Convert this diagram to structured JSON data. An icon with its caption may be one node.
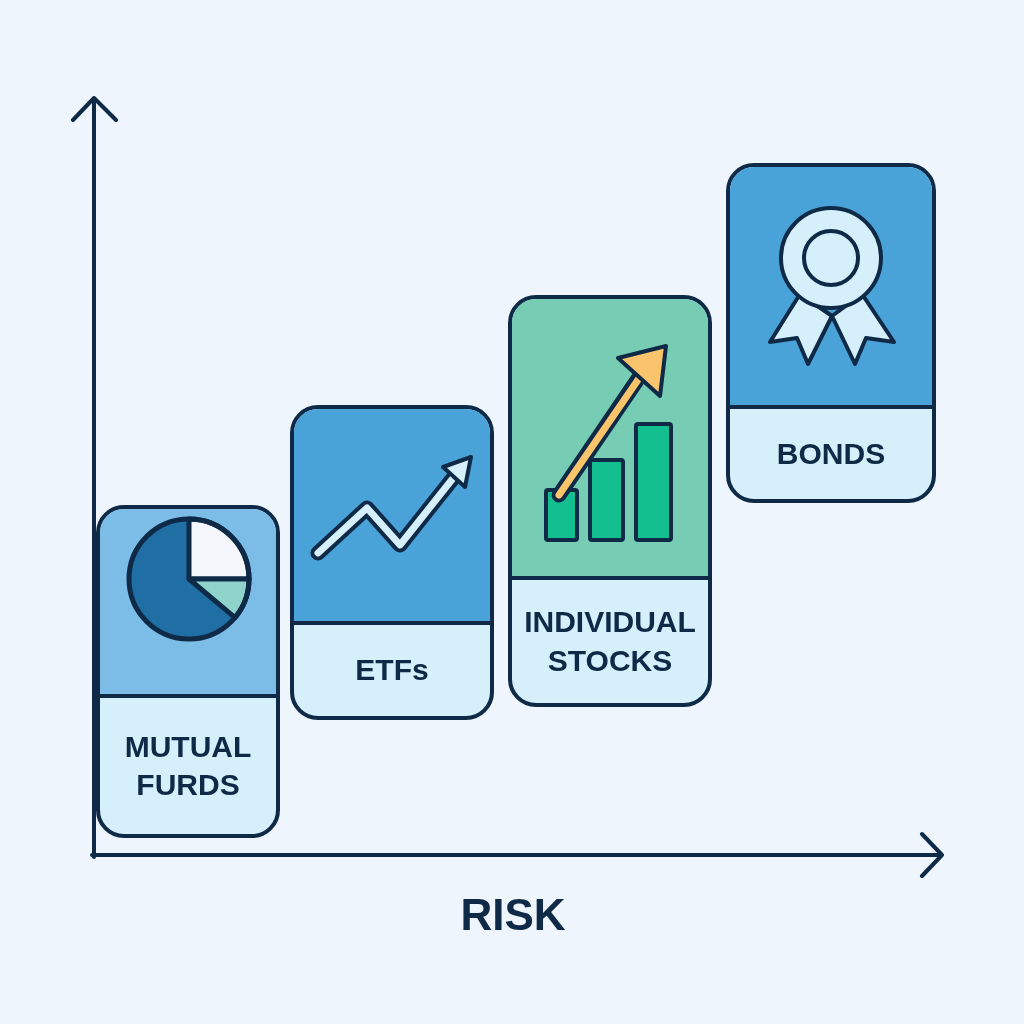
{
  "diagram": {
    "nodes": [
      {
        "text": [
          "MUTUAL FURDS"
        ]
      },
      {
        "text": [
          "ETFs"
        ]
      },
      {
        "text": [
          "INDIVIDUAL STOCKS"
        ]
      },
      {
        "text": [
          "BONDS"
        ]
      }
    ],
    "labels": [
      "RISK"
    ]
  }
}
